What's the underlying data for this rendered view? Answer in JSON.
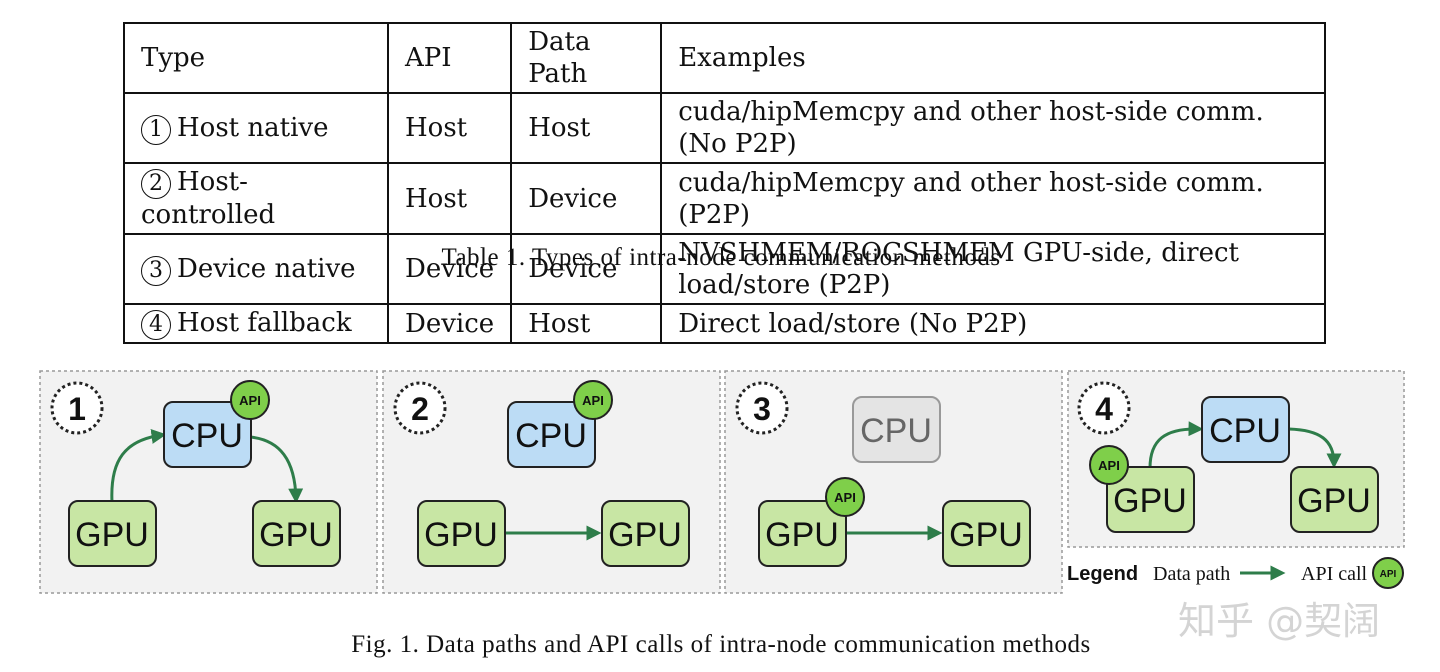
{
  "table": {
    "headers": [
      "Type",
      "API",
      "Data Path",
      "Examples"
    ],
    "rows": [
      {
        "num": "1",
        "type": "Host native",
        "api": "Host",
        "path": "Host",
        "example": "cuda/hipMemcpy and other host-side comm. (No P2P)"
      },
      {
        "num": "2",
        "type": "Host-controlled",
        "api": "Host",
        "path": "Device",
        "example": "cuda/hipMemcpy and other host-side comm. (P2P)"
      },
      {
        "num": "3",
        "type": "Device native",
        "api": "Device",
        "path": "Device",
        "example": "NVSHMEM/ROCSHMEM GPU-side, direct load/store (P2P)"
      },
      {
        "num": "4",
        "type": "Host fallback",
        "api": "Device",
        "path": "Host",
        "example": "Direct load/store (No P2P)"
      }
    ],
    "caption": "Table 1.  Types of intra-node communication methods"
  },
  "figure": {
    "panels": [
      {
        "num": "1",
        "cpu": "CPU",
        "gpu_left": "GPU",
        "gpu_right": "GPU",
        "api": "API"
      },
      {
        "num": "2",
        "cpu": "CPU",
        "gpu_left": "GPU",
        "gpu_right": "GPU",
        "api": "API"
      },
      {
        "num": "3",
        "cpu": "CPU",
        "gpu_left": "GPU",
        "gpu_right": "GPU",
        "api": "API"
      },
      {
        "num": "4",
        "cpu": "CPU",
        "gpu_left": "GPU",
        "gpu_right": "GPU",
        "api": "API"
      }
    ],
    "legend": {
      "title": "Legend",
      "data_path": "Data path",
      "api_call": "API call",
      "api": "API"
    },
    "colors": {
      "cpu_fill": "#bcdcf5",
      "gpu_fill": "#c8e6a4",
      "api_fill": "#7fcf4a",
      "arrow": "#2e7d4a",
      "panel_bg": "#f2f2f2",
      "cpu_inactive": "#e4e4e4"
    },
    "caption": "Fig. 1.  Data paths and API calls of intra-node communication methods"
  },
  "watermark": "知乎 @契阔"
}
